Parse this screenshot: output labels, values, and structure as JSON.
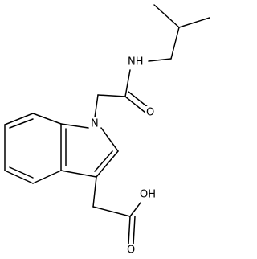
{
  "labels": {
    "amide_nh": "NH",
    "amide_o": "O",
    "indole_n": "N",
    "acid_oh": "OH",
    "acid_o": "O"
  }
}
